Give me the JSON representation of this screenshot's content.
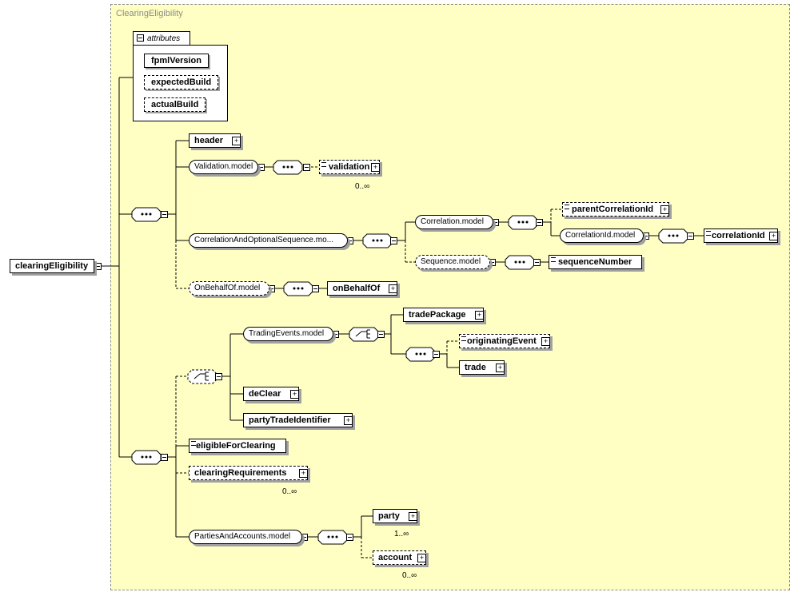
{
  "frame_title": "ClearingEligibility",
  "root": "clearingEligibility",
  "attributes_label": "attributes",
  "attributes": [
    "fpmlVersion",
    "expectedBuild",
    "actualBuild"
  ],
  "nodes": {
    "header": "header",
    "validation_model": "Validation.model",
    "validation": "validation",
    "correlation_seq": "CorrelationAndOptionalSequence.mo...",
    "correlation_model": "Correlation.model",
    "parent_correlation_id": "parentCorrelationId",
    "correlation_id_model": "CorrelationId.model",
    "correlation_id": "correlationId",
    "sequence_model": "Sequence.model",
    "sequence_number": "sequenceNumber",
    "on_behalf_of_model": "OnBehalfOf.model",
    "on_behalf_of": "onBehalfOf",
    "trading_events_model": "TradingEvents.model",
    "trade_package": "tradePackage",
    "originating_event": "originatingEvent",
    "trade": "trade",
    "de_clear": "deClear",
    "party_trade_identifier": "partyTradeIdentifier",
    "eligible_for_clearing": "eligibleForClearing",
    "clearing_requirements": "clearingRequirements",
    "parties_accounts_model": "PartiesAndAccounts.model",
    "party": "party",
    "account": "account"
  },
  "cardinality": {
    "validation": "0..∞",
    "clearing_requirements": "0..∞",
    "party": "1..∞",
    "account": "0..∞"
  }
}
